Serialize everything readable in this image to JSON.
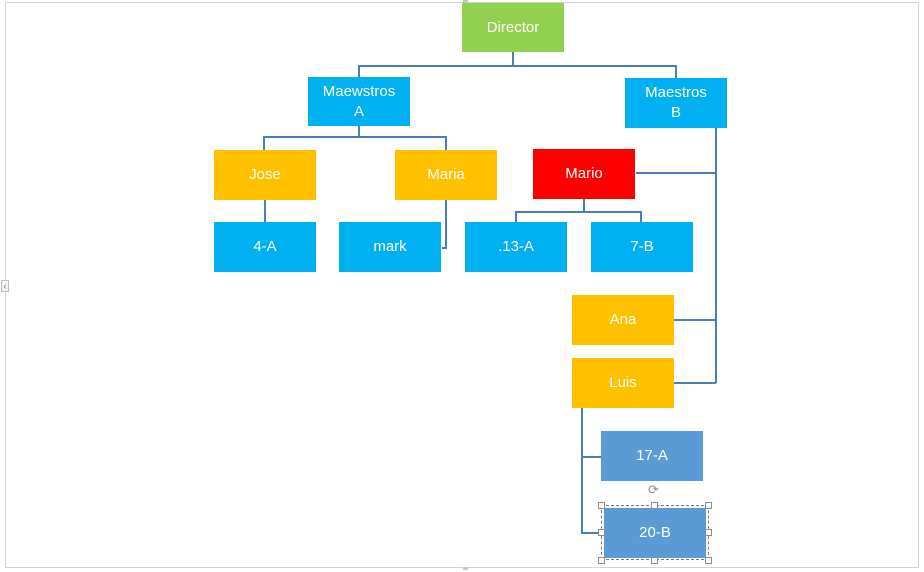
{
  "org_chart": {
    "director": "Director",
    "maestros_a": "Maewstros\nA",
    "maestros_b": "Maestros\nB",
    "jose": "Jose",
    "maria": "Maria",
    "mario": "Mario",
    "group_4a": "4-A",
    "mark": "mark",
    "group_13a": ".13-A",
    "group_7b": "7-B",
    "ana": "Ana",
    "luis": "Luis",
    "group_17a": "17-A",
    "group_20b": "20-B"
  },
  "colors": {
    "director": "#92d050",
    "level_blue": "#00b0f0",
    "person_orange": "#ffc000",
    "highlight_red": "#ff0000",
    "group_steel": "#5b9bd5",
    "connector": "#4a7ebb"
  },
  "icons": {
    "rotate": "rotate-handle-icon",
    "collapse": "chevron-left-icon"
  }
}
